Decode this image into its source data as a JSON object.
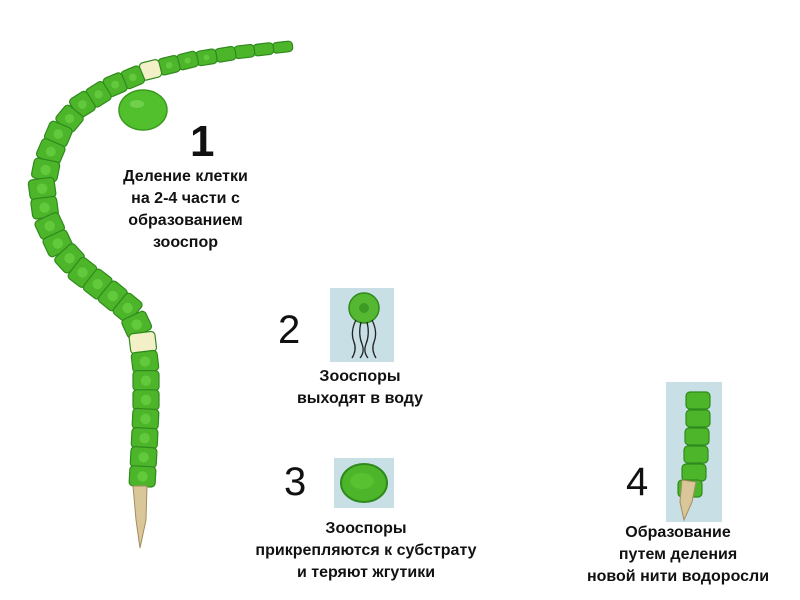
{
  "steps": [
    {
      "number": "1",
      "caption": [
        "Деление клетки",
        "на 2-4 части с",
        "образованием",
        "зооспор"
      ]
    },
    {
      "number": "2",
      "caption": [
        "Зооспоры",
        "выходят в воду"
      ]
    },
    {
      "number": "3",
      "caption": [
        "Зооспоры",
        "прикрепляются к субстрату",
        "и теряют жгутики"
      ]
    },
    {
      "number": "4",
      "caption": [
        "Образование",
        "путем деления",
        "новой нити водоросли"
      ]
    }
  ],
  "colors": {
    "cell_green": "#4cb52a",
    "cell_dark": "#2f8a1c",
    "empty_cell": "#f3f0c8",
    "panel_bg": "#c9dfe6",
    "holdfast": "#d9c79a"
  }
}
